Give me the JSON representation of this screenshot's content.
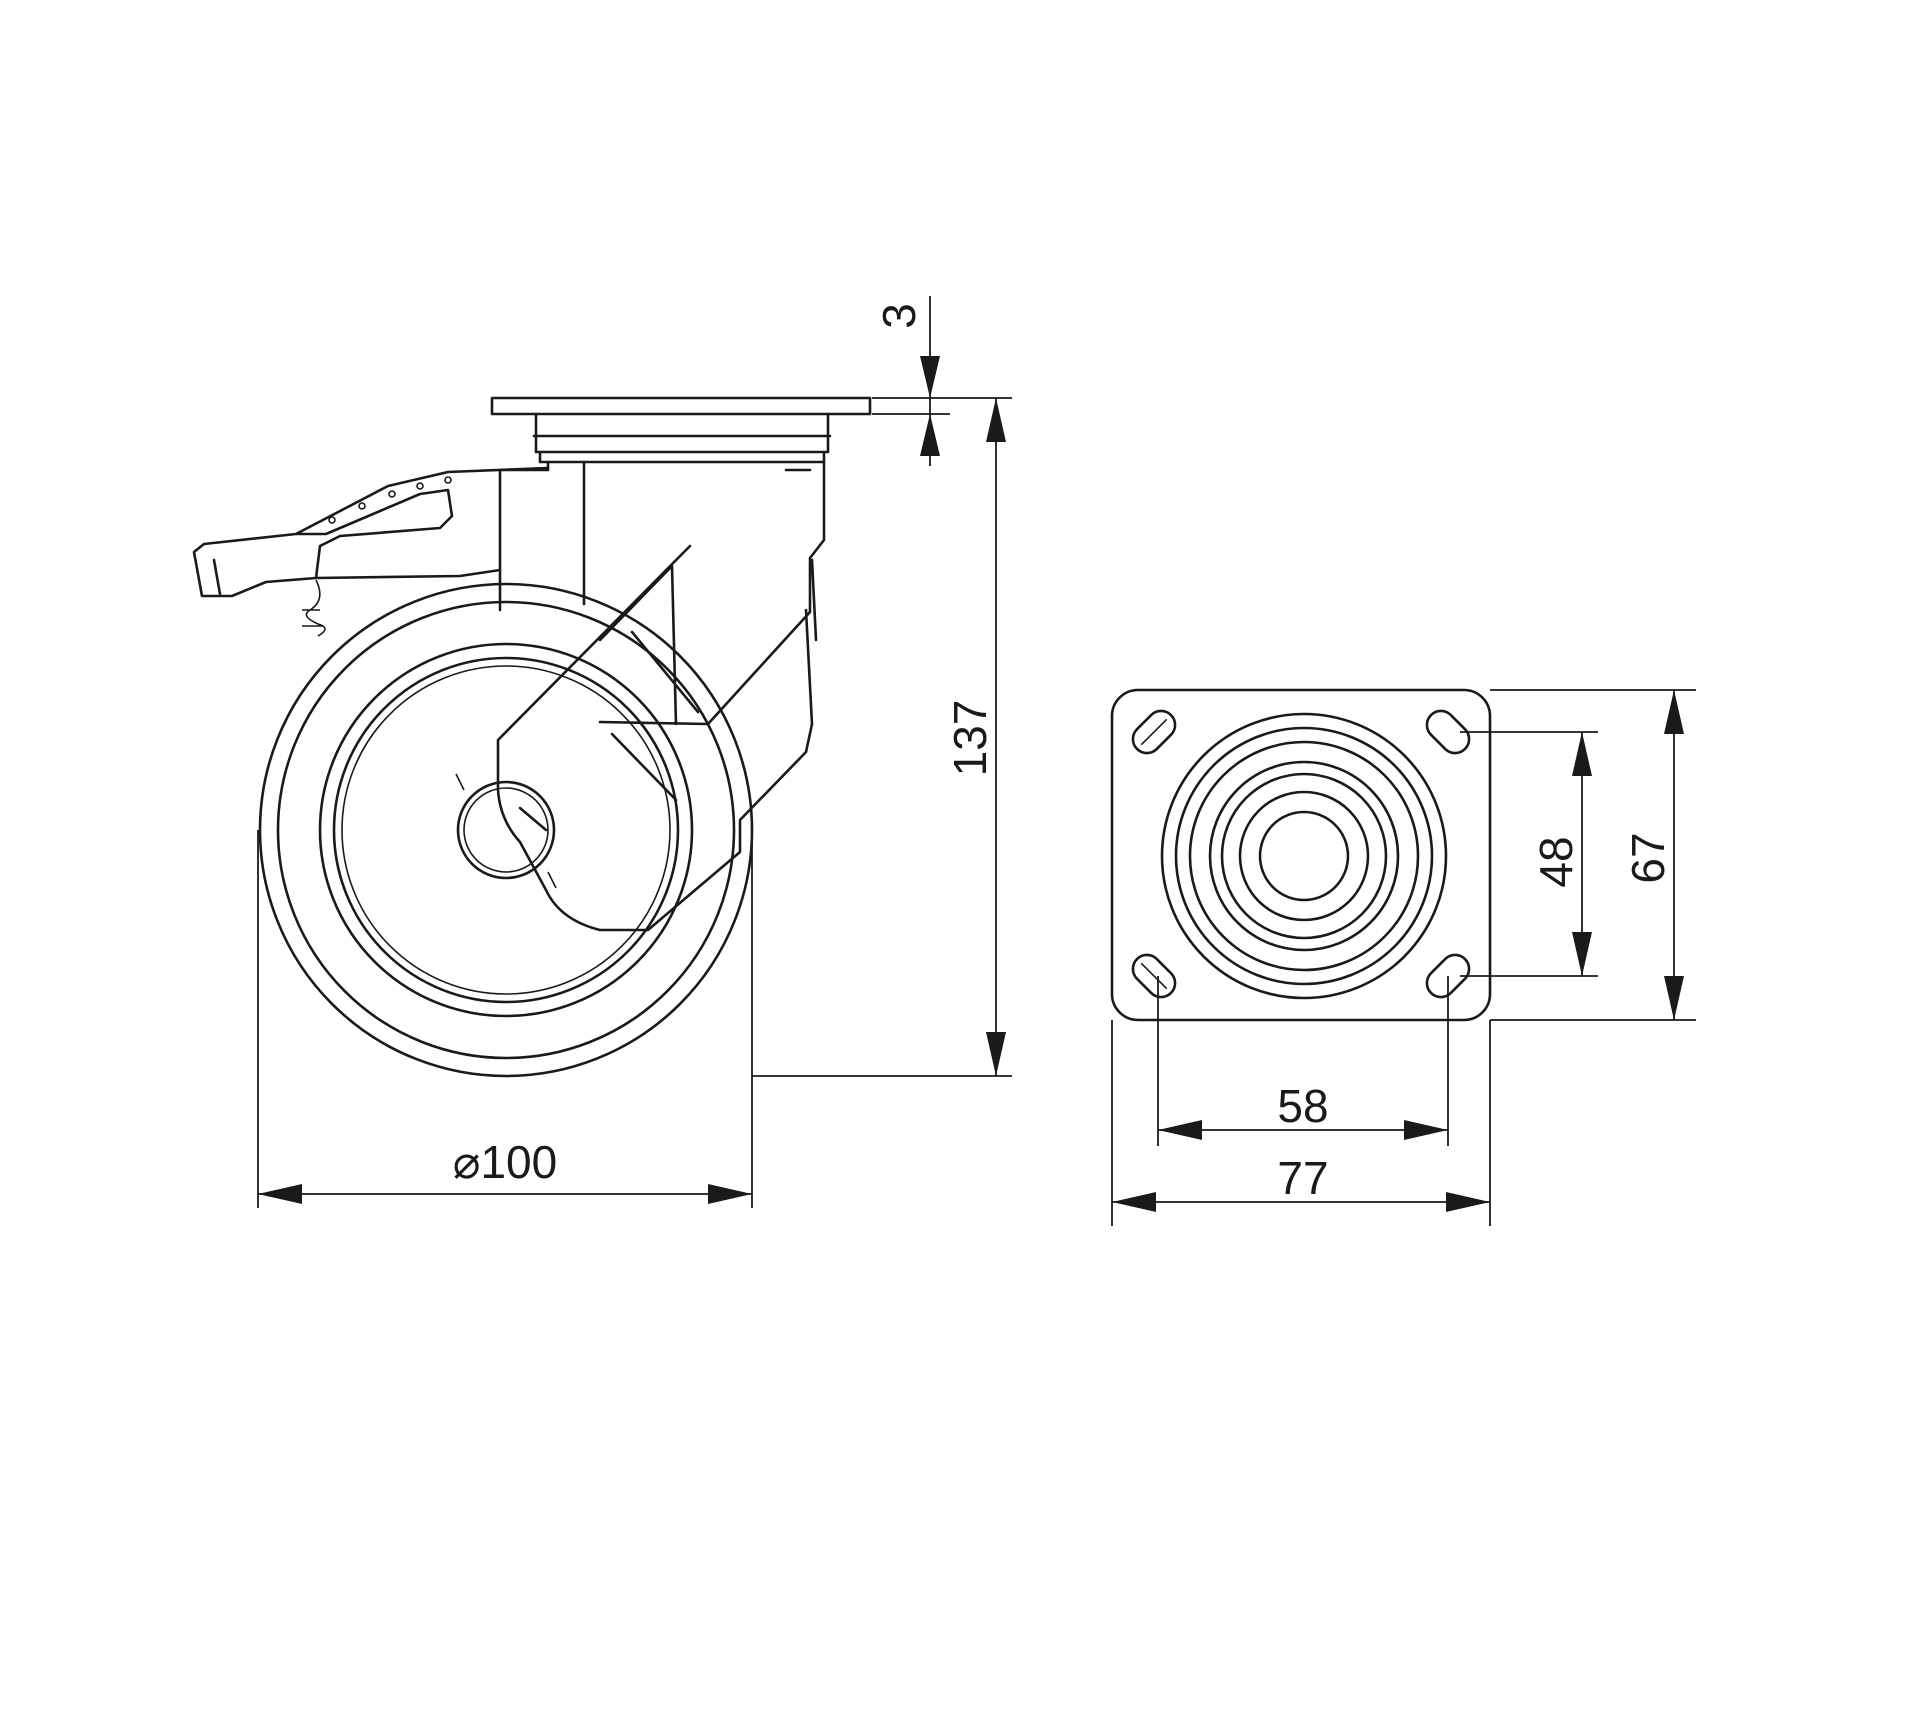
{
  "dimensions": {
    "plate_thickness": "3",
    "overall_height": "137",
    "wheel_diameter": "⌀100",
    "hole_spacing_vertical": "48",
    "plate_height": "67",
    "hole_spacing_horizontal": "58",
    "plate_width": "77"
  }
}
